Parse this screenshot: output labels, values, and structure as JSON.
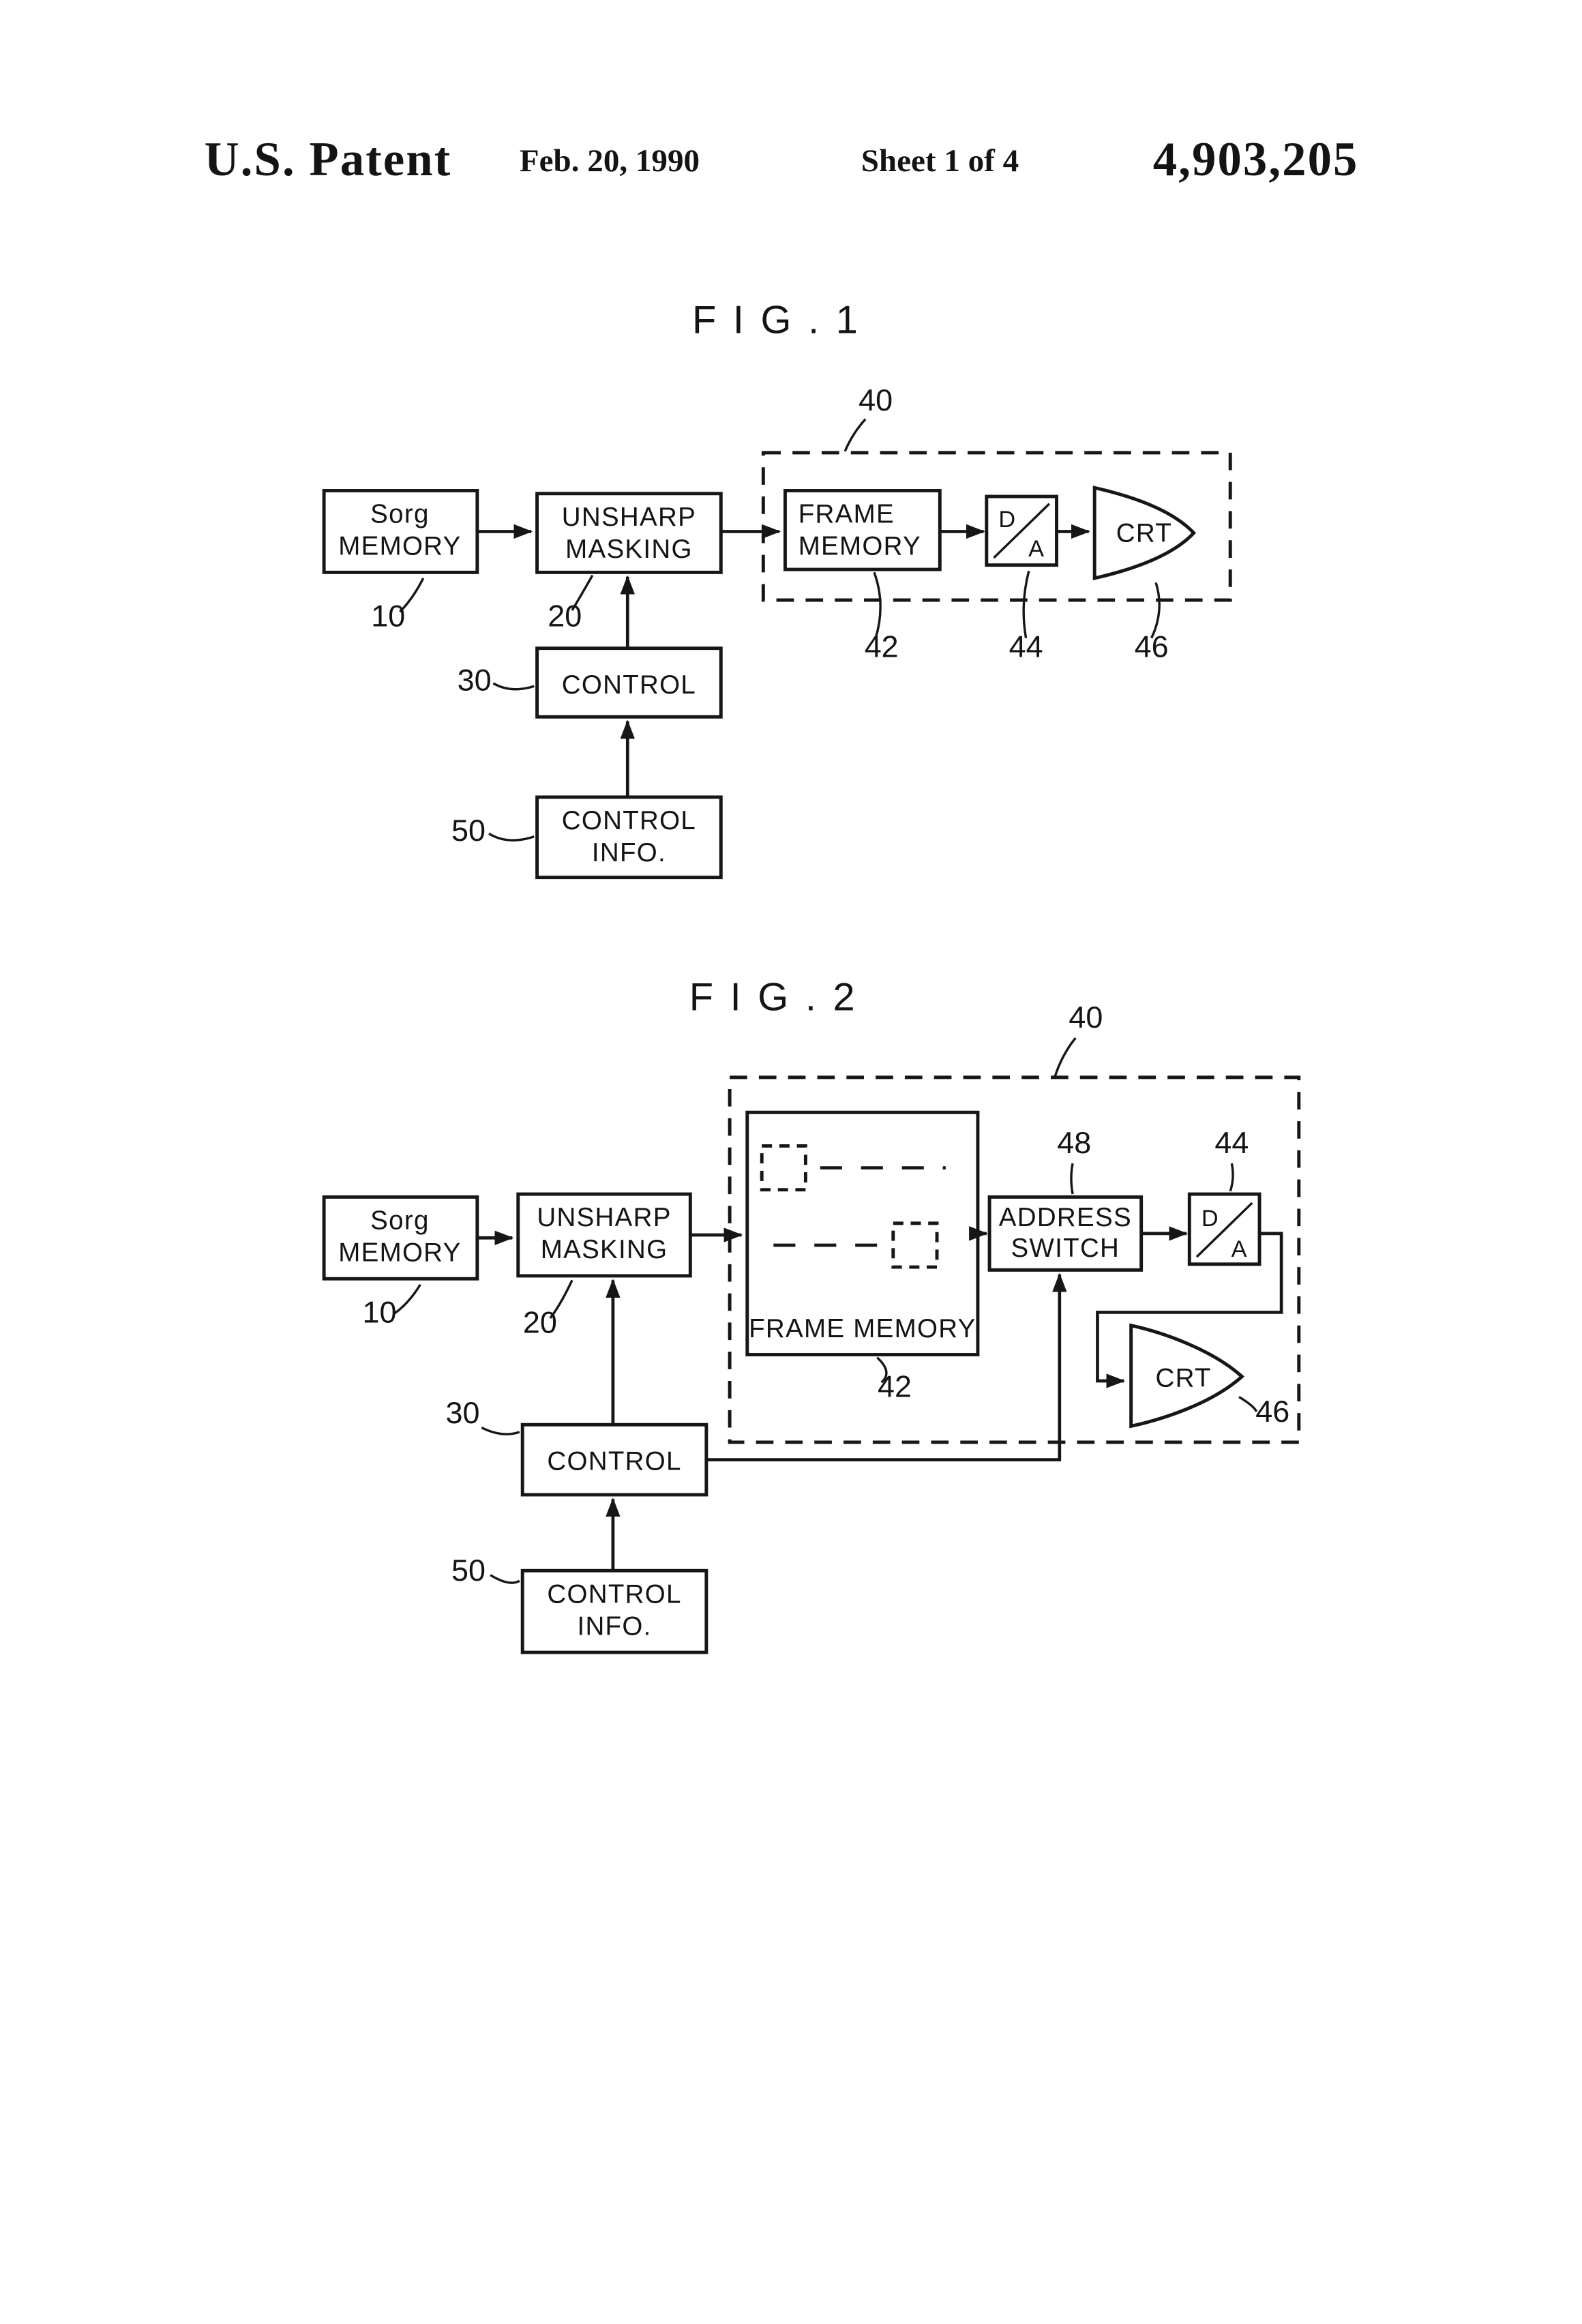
{
  "header": {
    "patent_label": "U.S. Patent",
    "date": "Feb. 20, 1990",
    "sheet": "Sheet 1 of 4",
    "patent_number": "4,903,205"
  },
  "colors": {
    "ink": "#141414",
    "paper": "#ffffff"
  },
  "fig1": {
    "title": "F I G . 1",
    "sorg": {
      "line1": "Sorg",
      "line2": "MEMORY",
      "ref": "10"
    },
    "unsharp": {
      "line1": "UNSHARP",
      "line2": "MASKING",
      "ref": "20"
    },
    "control": {
      "label": "CONTROL",
      "ref": "30"
    },
    "control_info": {
      "line1": "CONTROL",
      "line2": "INFO.",
      "ref": "50"
    },
    "group": {
      "ref": "40"
    },
    "frame": {
      "line1": "FRAME",
      "line2": "MEMORY",
      "ref": "42"
    },
    "da": {
      "top": "D",
      "bottom": "A",
      "ref": "44"
    },
    "crt": {
      "label": "CRT",
      "ref": "46"
    }
  },
  "fig2": {
    "title": "F I G . 2",
    "sorg": {
      "line1": "Sorg",
      "line2": "MEMORY",
      "ref": "10"
    },
    "unsharp": {
      "line1": "UNSHARP",
      "line2": "MASKING",
      "ref": "20"
    },
    "control": {
      "label": "CONTROL",
      "ref": "30"
    },
    "control_info": {
      "line1": "CONTROL",
      "line2": "INFO.",
      "ref": "50"
    },
    "group": {
      "ref": "40"
    },
    "frame": {
      "label": "FRAME MEMORY",
      "ref": "42"
    },
    "address_switch": {
      "line1": "ADDRESS",
      "line2": "SWITCH",
      "ref": "48"
    },
    "da": {
      "top": "D",
      "bottom": "A",
      "ref": "44"
    },
    "crt": {
      "label": "CRT",
      "ref": "46"
    }
  }
}
